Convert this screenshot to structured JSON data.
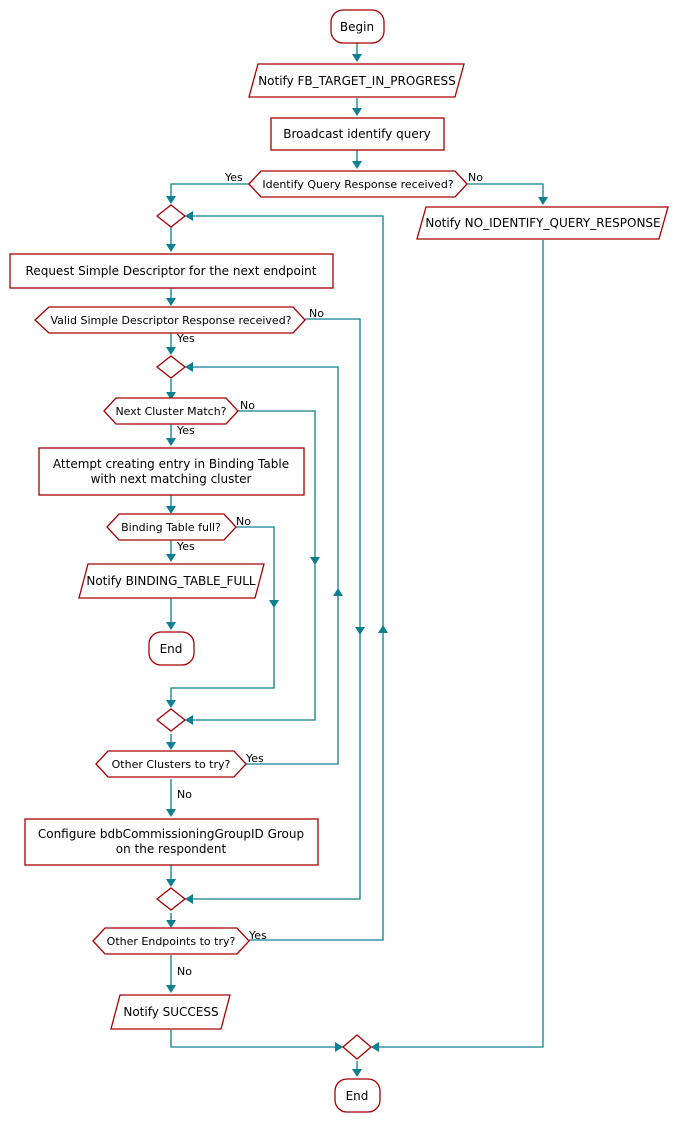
{
  "colors": {
    "node_border": "#a80000",
    "edge": "#0c8090",
    "text": "#000000",
    "background": "#ffffff"
  },
  "nodes": {
    "begin": "Begin",
    "notify_in_progress": "Notify FB_TARGET_IN_PROGRESS",
    "broadcast": "Broadcast identify query",
    "identify_received": "Identify Query Response received?",
    "notify_no_identify": "Notify NO_IDENTIFY_QUERY_RESPONSE",
    "request_simple": "Request Simple Descriptor for the next endpoint",
    "valid_simple": "Valid Simple Descriptor Response received?",
    "next_cluster": "Next Cluster Match?",
    "attempt_line1": "Attempt creating entry in Binding Table",
    "attempt_line2": "with next matching cluster",
    "binding_full": "Binding Table full?",
    "notify_binding_full": "Notify BINDING_TABLE_FULL",
    "end_inner": "End",
    "other_clusters": "Other Clusters to try?",
    "configure_line1": "Configure bdbCommissioningGroupID Group",
    "configure_line2": "on the respondent",
    "other_endpoints": "Other Endpoints to try?",
    "notify_success": "Notify SUCCESS",
    "end_final": "End"
  },
  "labels": {
    "yes": "Yes",
    "no": "No"
  }
}
